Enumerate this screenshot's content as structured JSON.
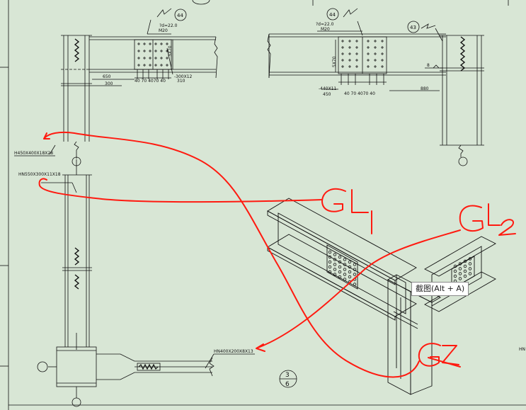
{
  "drawing": {
    "left_view": {
      "callout": "44",
      "bolt_hole": "?d=22.0",
      "bolt": "M20",
      "plate": "-300X12",
      "dim_650": "650",
      "dim_300": "300",
      "dim_3x70": "3X70",
      "dims_bottom": "40 70 4070 40",
      "dim_310": "310",
      "column_section": "H450X400X18X28"
    },
    "right_view": {
      "callout_44": "44",
      "callout_43": "43",
      "bolt_hole": "?d=22.0",
      "bolt": "M20",
      "dim_5x70": "5X70",
      "plate": "-440X11",
      "dim_450": "450",
      "dims_bottom": "40 70 4070 40",
      "dim_880": "880",
      "weld": "8"
    },
    "lower_view": {
      "column_section": "HN550X300X11X18",
      "beam_section": "HN400X200X8X13",
      "section_num": "3",
      "section_den": "6"
    },
    "edge_text": "HN"
  },
  "annotations": {
    "gl1": "GL1",
    "gl2": "GL2",
    "gz": "GZ",
    "color": "#ff1a10"
  },
  "tooltip": "截图(Alt + A)"
}
